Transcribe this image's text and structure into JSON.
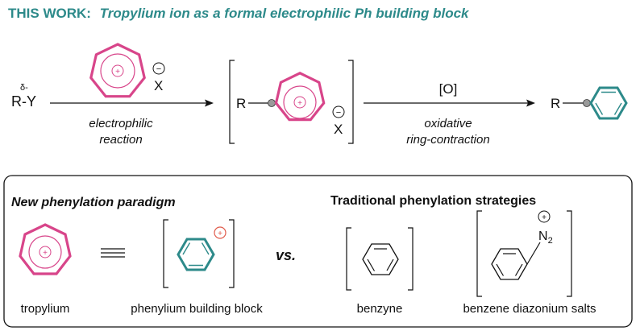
{
  "heading": {
    "prefix": "THIS WORK:",
    "text": "Tropylium ion as a formal electrophilic Ph building block"
  },
  "reaction": {
    "partial_charge": "δ-",
    "reactant": "R-Y",
    "counterion": "X",
    "plus_symbol": "+",
    "minus_symbol": "−",
    "step1_label_line1": "electrophilic",
    "step1_label_line2": "reaction",
    "intermediate_r": "R",
    "step2_reagent": "[O]",
    "step2_label_line1": "oxidative",
    "step2_label_line2": "ring-contraction",
    "product_r": "R"
  },
  "panel": {
    "left_title": "New phenylation paradigm",
    "right_title": "Traditional phenylation strategies",
    "vs": "vs.",
    "tropylium_label": "tropylium",
    "phenylium_label": "phenylium building block",
    "benzyne_label": "benzyne",
    "diazonium_label": "benzene diazonium salts",
    "diazonium_n": "N",
    "diazonium_sub": "2"
  },
  "colors": {
    "tropylium": "#d8458a",
    "benzene": "#2d8a8a",
    "heading": "#2d8a8a",
    "cation_mark": "#e05a4a"
  }
}
